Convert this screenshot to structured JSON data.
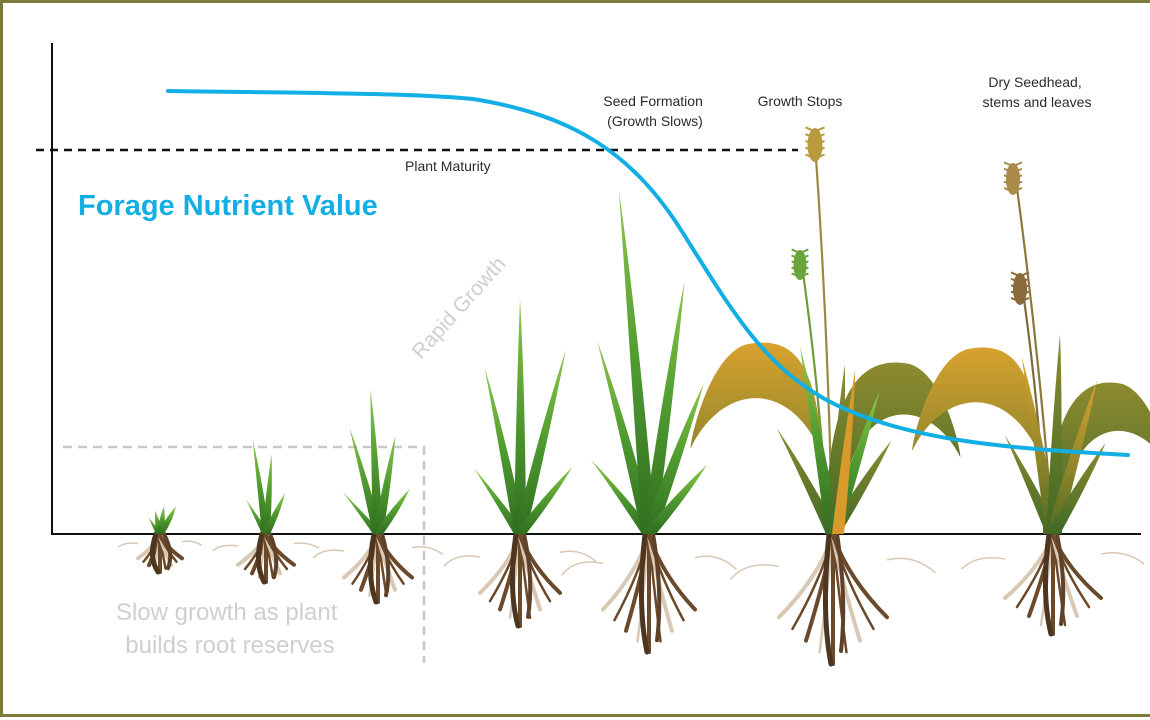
{
  "title": "Forage Nutrient Value",
  "maturity_label": "Plant Maturity",
  "rapid_growth_label": "Rapid Growth",
  "slow_growth_label": [
    "Slow growth as plant",
    "builds root reserves"
  ],
  "stages": [
    [
      "Seed Formation",
      "(Growth Slows)"
    ],
    [
      "Growth Stops"
    ],
    [
      "Dry Seedhead,",
      "stems and leaves"
    ]
  ],
  "colors": {
    "curve": "#12aee4",
    "title": "#12aee4",
    "border": "#7d7a3a",
    "axis": "#111111",
    "dashed_box": "#c8c8c8",
    "leaf_green": "#5aa83a",
    "leaf_dry": "#a7902f",
    "root": "#6b4a2c"
  }
}
